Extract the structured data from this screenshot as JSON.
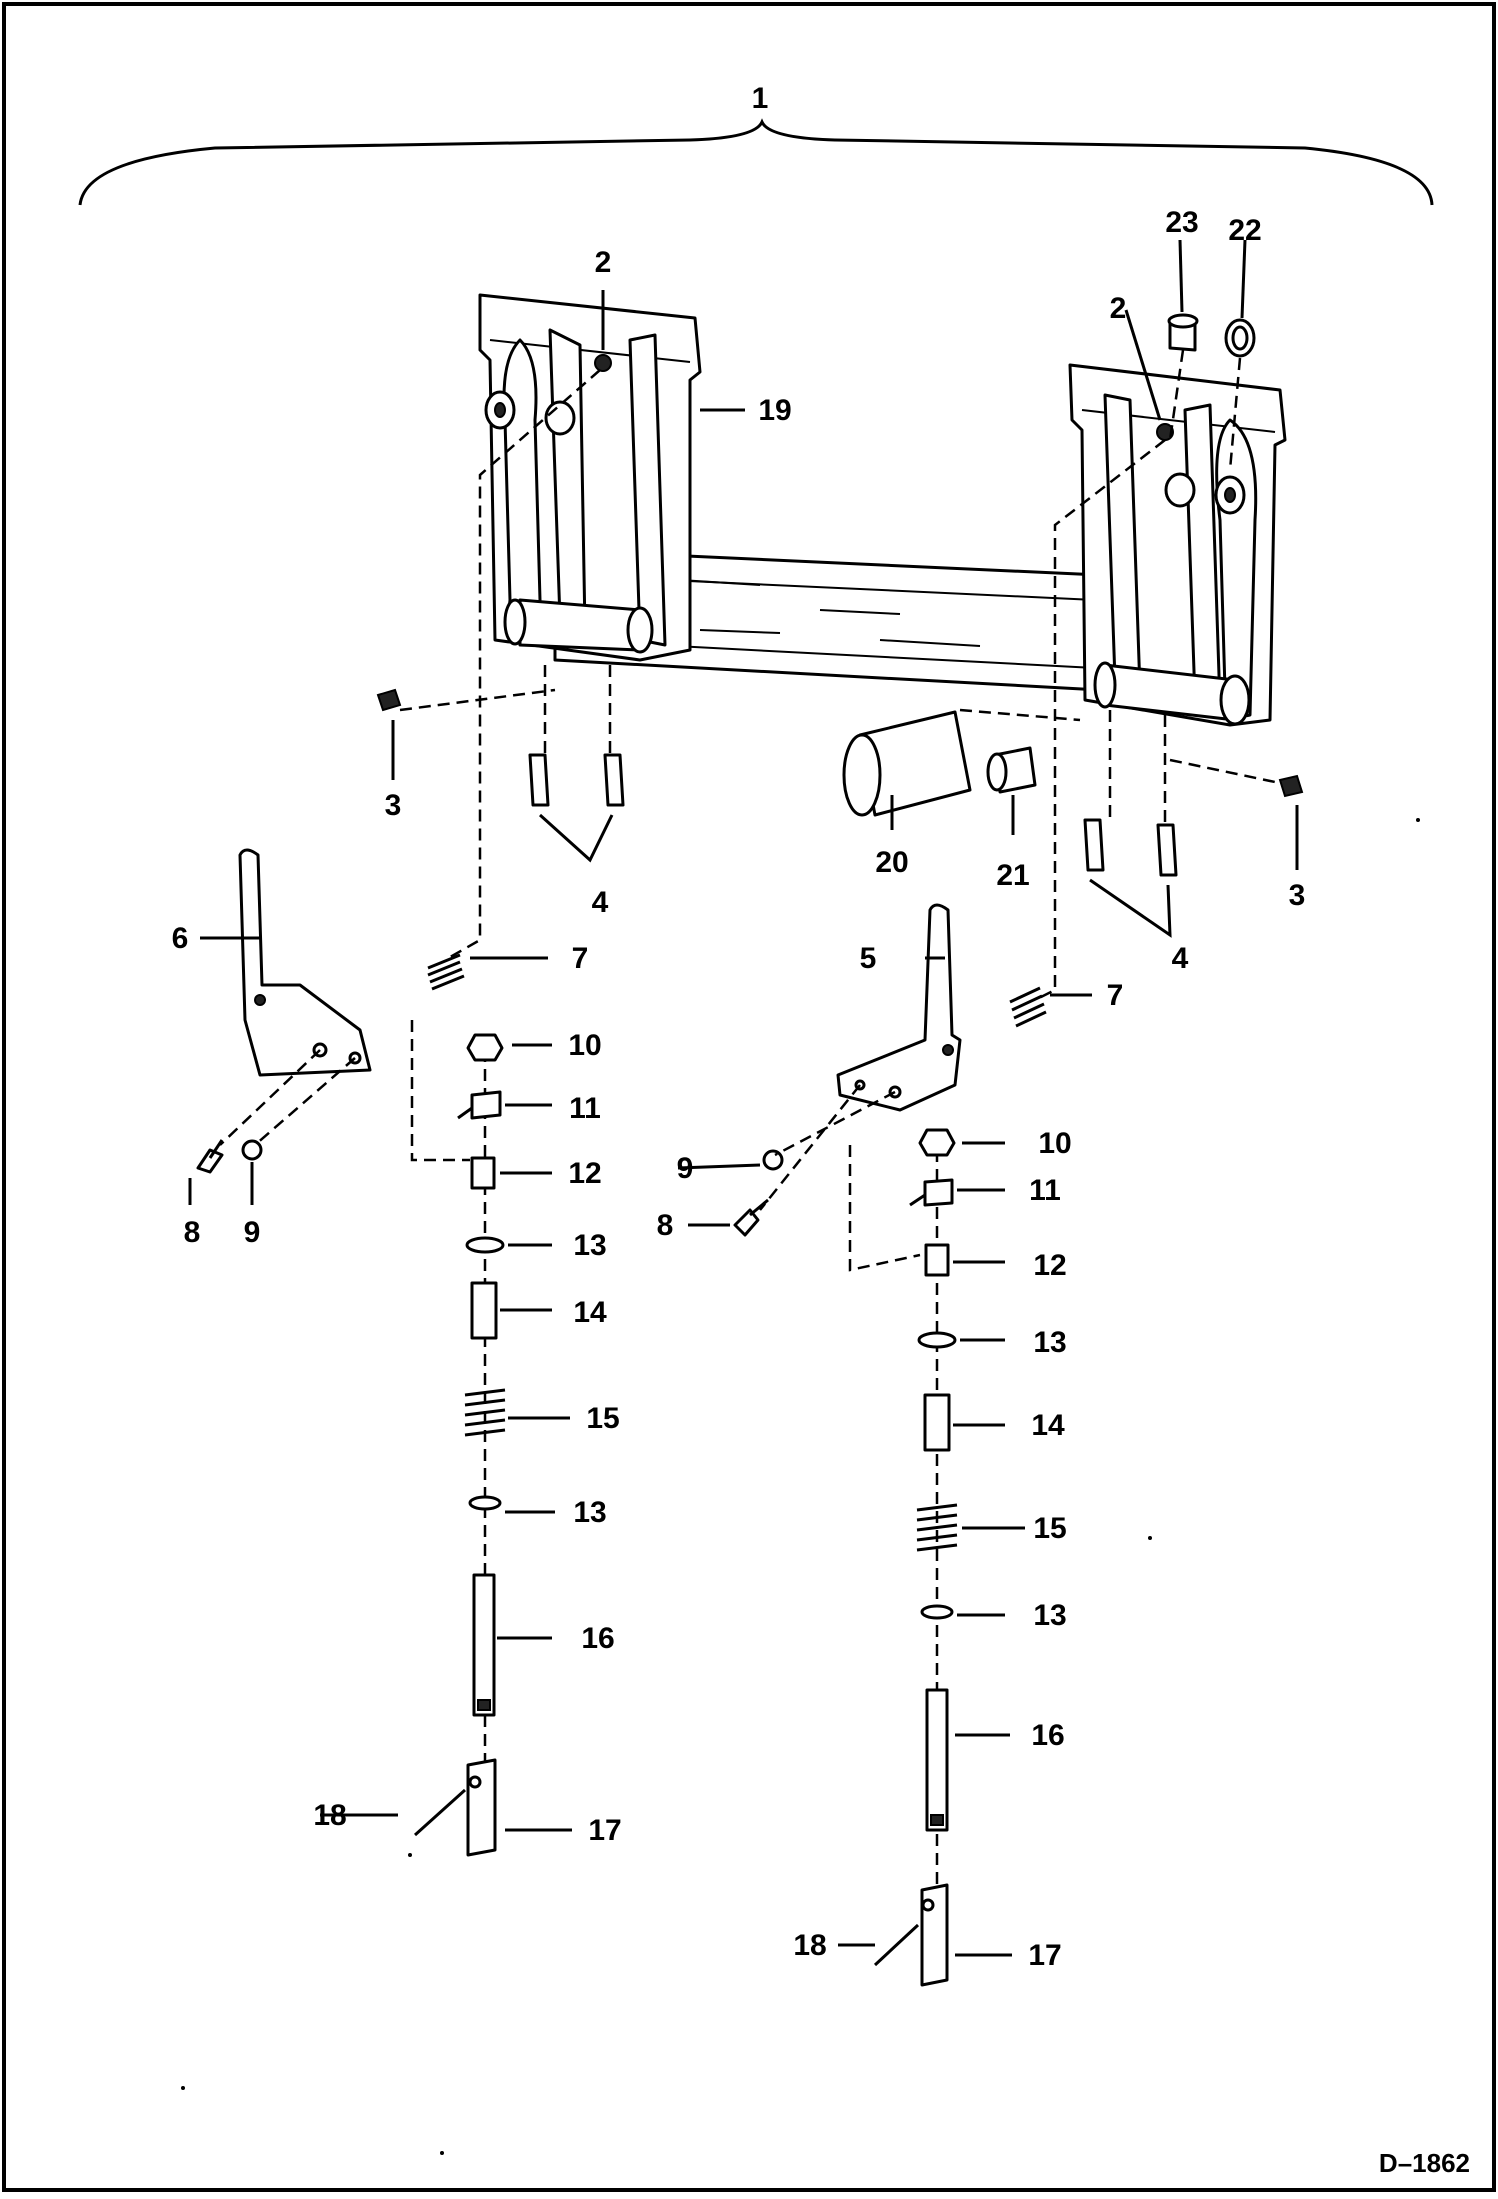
{
  "labels": {
    "l1": "1",
    "l2a": "2",
    "l2b": "2",
    "l3a": "3",
    "l3b": "3",
    "l4a": "4",
    "l4b": "4",
    "l5": "5",
    "l6": "6",
    "l7a": "7",
    "l7b": "7",
    "l8a": "8",
    "l8b": "8",
    "l9a": "9",
    "l9b": "9",
    "l10a": "10",
    "l10b": "10",
    "l11a": "11",
    "l11b": "11",
    "l12a": "12",
    "l12b": "12",
    "l13a": "13",
    "l13b": "13",
    "l13c": "13",
    "l13d": "13",
    "l14a": "14",
    "l14b": "14",
    "l15a": "15",
    "l15b": "15",
    "l16a": "16",
    "l16b": "16",
    "l17a": "17",
    "l17b": "17",
    "l18a": "18",
    "l18b": "18",
    "l19": "19",
    "l20": "20",
    "l21": "21",
    "l22": "22",
    "l23": "23"
  },
  "drawing_number": "D–1862"
}
